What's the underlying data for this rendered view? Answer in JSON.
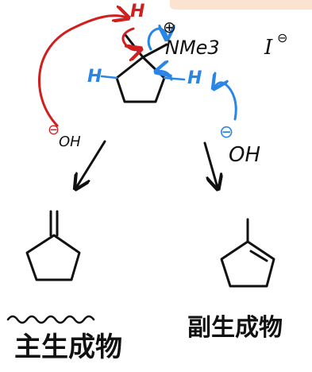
{
  "colors": {
    "ink": "#111111",
    "red_arrow": "#d11f1f",
    "blue_arrow": "#2a86e6",
    "banner": "#fbe3cf"
  },
  "labels": {
    "top_h": "H",
    "nme3": "NMe3",
    "plus_charge": "⊕",
    "iodide": "I",
    "iodide_charge": "⊖",
    "left_h": "H",
    "right_h": "H",
    "left_base_charge": "⊖",
    "left_base": "OH",
    "right_base_charge": "⊖",
    "right_base": "OH",
    "major_product": "主生成物",
    "minor_product": "副生成物"
  }
}
